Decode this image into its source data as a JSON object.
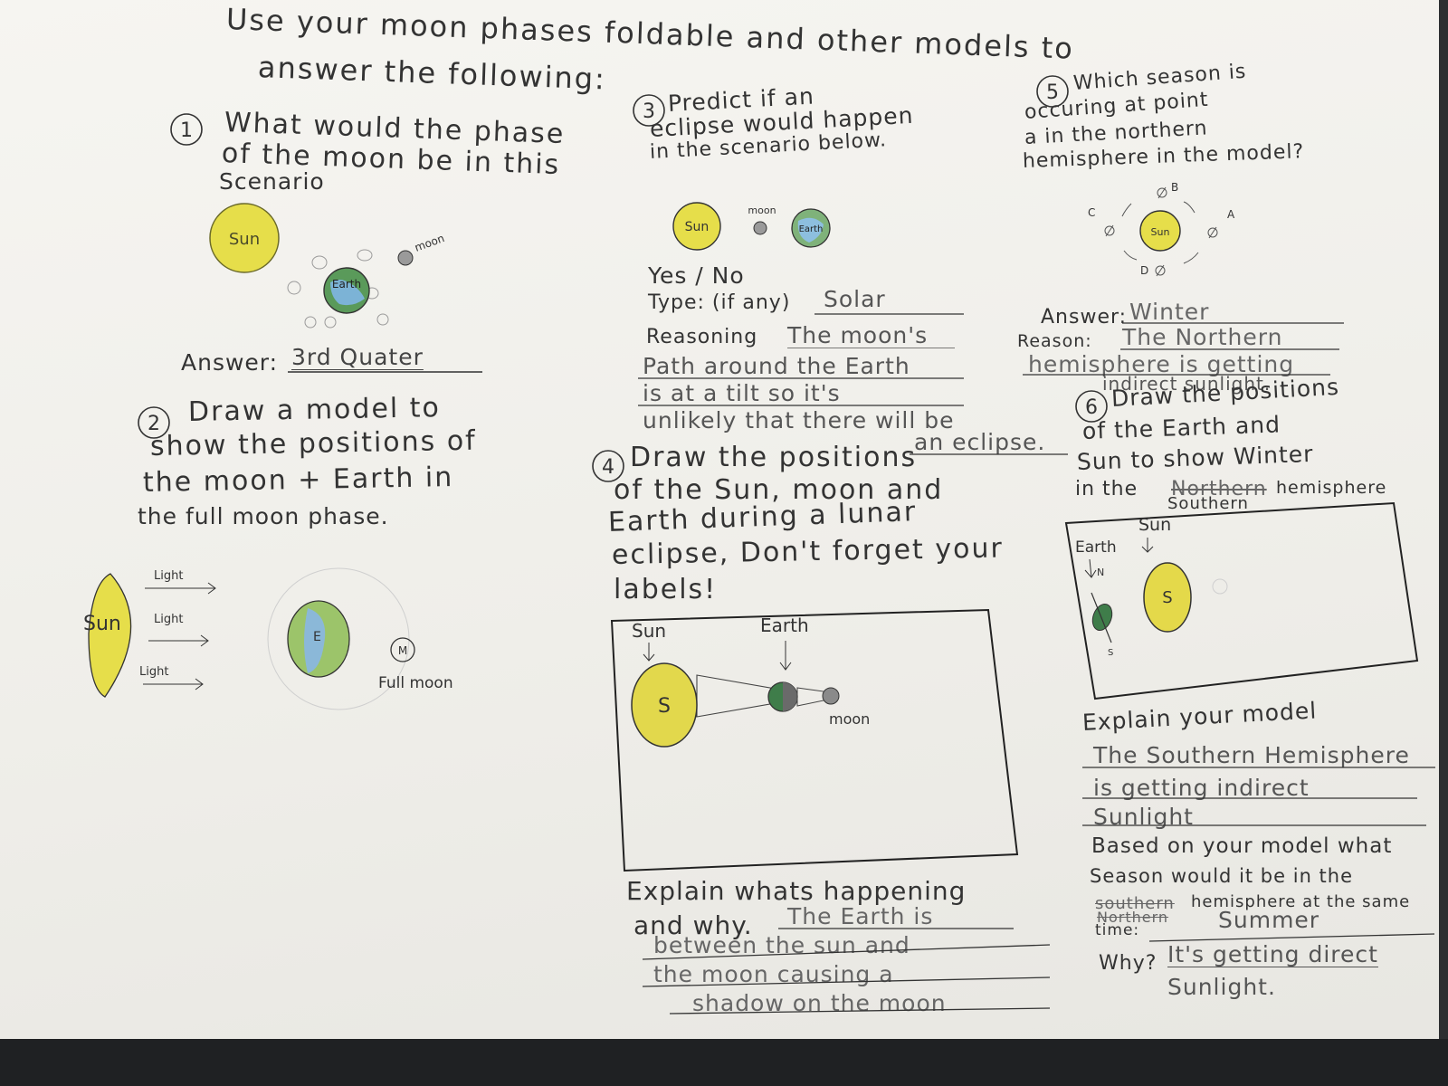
{
  "header": {
    "line1": "Use your moon phases foldable and other models to",
    "line2": "answer the following:"
  },
  "q1": {
    "number": "1",
    "line1": "What would the phase",
    "line2": "of the moon be in this",
    "line3": "Scenario",
    "sun_label": "Sun",
    "earth_label": "Earth",
    "moon_label": "moon",
    "answer_label": "Answer:",
    "answer": "3rd Quater"
  },
  "q2": {
    "number": "2",
    "line1": "Draw a model to",
    "line2": "show the positions of",
    "line3": "the moon + Earth in",
    "line4": "the full moon phase.",
    "sun_label": "Sun",
    "light_labels": [
      "Light",
      "Light",
      "Light"
    ],
    "earth_letter": "E",
    "moon_letter": "M",
    "full_moon_label": "Full moon"
  },
  "q3": {
    "number": "3",
    "line1": "Predict if an",
    "line2": "eclipse would happen",
    "line3": "in the scenario below.",
    "sun_label": "Sun",
    "moon_label": "moon",
    "earth_label": "Earth",
    "yes_no": "Yes / No",
    "type_label": "Type: (if any)",
    "type_answer": "Solar",
    "reasoning_label": "Reasoning",
    "reasoning_lines": [
      "The moon's",
      "Path around the Earth",
      "is at a tilt so it's",
      "unlikely that there will be",
      "an eclipse."
    ]
  },
  "q4": {
    "number": "4",
    "line1": "Draw the positions",
    "line2": "of the Sun, moon and",
    "line3": "Earth during a lunar",
    "line4": "eclipse, Don't forget your",
    "line5": "labels!",
    "sun_label": "Sun",
    "sun_letter": "S",
    "earth_label": "Earth",
    "moon_label": "moon",
    "explain_label": "Explain whats happening",
    "explain_label2": "and why.",
    "explain_lines": [
      "The Earth is",
      "between the sun and",
      "the moon causing a",
      "shadow on the moon"
    ]
  },
  "q5": {
    "number": "5",
    "line1": "Which season is",
    "line2": "occuring at point",
    "line3": "a in the northern",
    "line4": "hemisphere in the model?",
    "sun_label": "Sun",
    "points": [
      "A",
      "B",
      "C",
      "D"
    ],
    "answer_label": "Answer:",
    "answer": "Winter",
    "reason_label": "Reason:",
    "reason_lines": [
      "The Northern",
      "hemisphere is getting",
      "indirect sunlight."
    ]
  },
  "q6": {
    "number": "6",
    "line1": "Draw the positions",
    "line2": "of the Earth and",
    "line3": "Sun to show Winter",
    "line4_a": "in the",
    "line4_struck": "Northern",
    "line4_b": "hemisphere",
    "line4_insert": "Southern",
    "earth_label": "Earth",
    "sun_label": "Sun",
    "sun_letter": "S",
    "n_letter": "N",
    "s_letter": "S",
    "explain_label": "Explain your model",
    "explain_lines": [
      "The Southern Hemisphere",
      "is getting indirect",
      "Sunlight"
    ],
    "based_line1": "Based on your model what",
    "based_line2": "Season would it be in the",
    "based_struck": "southern",
    "based_line3": "hemisphere at the same",
    "based_struck2": "Northern",
    "based_line4": "time:",
    "based_answer": "Summer",
    "why_label": "Why?",
    "why_lines": [
      "It's getting direct",
      "Sunlight."
    ]
  }
}
